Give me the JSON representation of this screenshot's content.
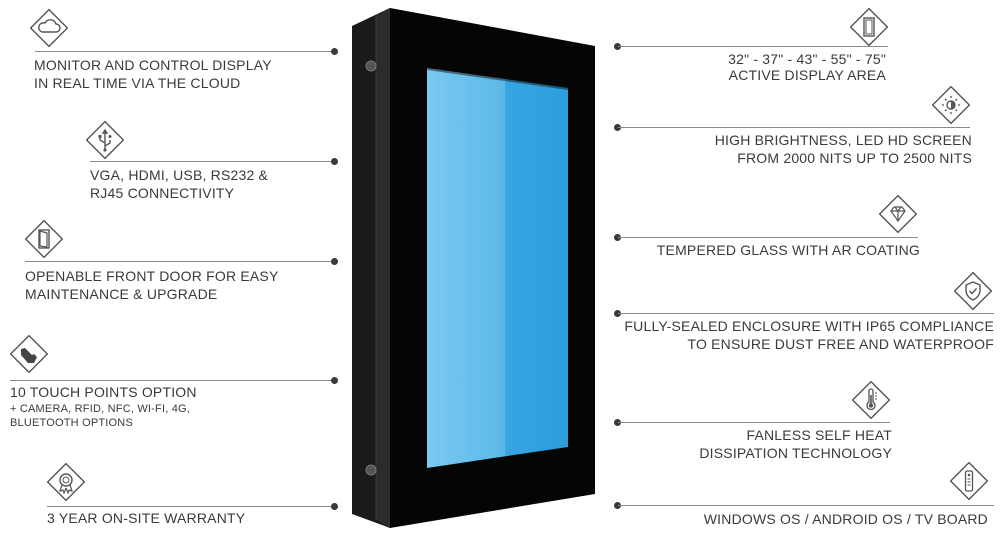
{
  "left_features": [
    {
      "icon": "cloud-icon",
      "lines": [
        "MONITOR AND CONTROL DISPLAY",
        "IN REAL TIME VIA THE CLOUD"
      ],
      "sub": []
    },
    {
      "icon": "usb-icon",
      "lines": [
        "VGA, HDMI, USB, RS232 &",
        "RJ45 CONNECTIVITY"
      ],
      "sub": []
    },
    {
      "icon": "door-icon",
      "lines": [
        "OPENABLE FRONT DOOR FOR EASY",
        "MAINTENANCE & UPGRADE"
      ],
      "sub": []
    },
    {
      "icon": "touch-hand-icon",
      "lines": [
        "10 TOUCH POINTS OPTION"
      ],
      "sub": [
        "+ CAMERA, RFID, NFC, WI-FI, 4G,",
        "BLUETOOTH OPTIONS"
      ]
    },
    {
      "icon": "warranty-badge-icon",
      "lines": [
        "3 YEAR ON-SITE WARRANTY"
      ],
      "sub": []
    }
  ],
  "right_features": [
    {
      "icon": "display-size-icon",
      "lines": [
        "32\" - 37\" - 43\" - 55\" - 75\"",
        "ACTIVE DISPLAY AREA"
      ]
    },
    {
      "icon": "brightness-icon",
      "lines": [
        "HIGH BRIGHTNESS, LED HD SCREEN",
        "FROM 2000 NITS UP TO 2500 NITS"
      ]
    },
    {
      "icon": "diamond-icon",
      "lines": [
        "TEMPERED GLASS WITH AR COATING"
      ]
    },
    {
      "icon": "shield-check-icon",
      "lines": [
        "FULLY-SEALED ENCLOSURE WITH IP65 COMPLIANCE",
        "TO ENSURE DUST FREE AND WATERPROOF"
      ]
    },
    {
      "icon": "thermometer-icon",
      "lines": [
        "FANLESS SELF HEAT",
        "DISSIPATION TECHNOLOGY"
      ]
    },
    {
      "icon": "remote-control-icon",
      "lines": [
        "WINDOWS OS / ANDROID OS / TV BOARD"
      ]
    }
  ],
  "colors": {
    "text": "#3a3a3a",
    "line": "#8a8a8a",
    "kiosk_frame": "#0a0a0a",
    "screen_light": "#6ec3ef",
    "screen_dark": "#2f9edc"
  }
}
